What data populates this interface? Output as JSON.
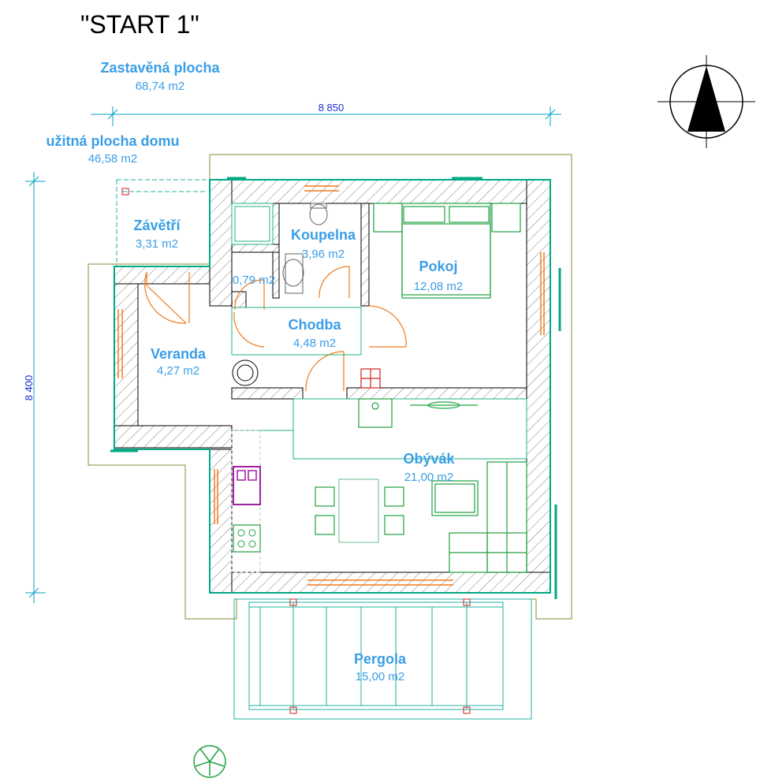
{
  "title": "\"START 1\"",
  "summary": {
    "built_area_label": "Zastavěná plocha",
    "built_area_value": "68,74 m2",
    "usable_area_label": "užitná plocha  domu",
    "usable_area_value": "46,58 m2"
  },
  "dimensions": {
    "width": "8 850",
    "height": "8 400"
  },
  "rooms": [
    {
      "id": "zavetri",
      "name": "Závětří",
      "area": "3,31 m2"
    },
    {
      "id": "koupelna",
      "name": "Koupelna",
      "area": "3,96 m2"
    },
    {
      "id": "wc",
      "name": "",
      "area": "0,79 m2"
    },
    {
      "id": "pokoj",
      "name": "Pokoj",
      "area": "12,08 m2"
    },
    {
      "id": "chodba",
      "name": "Chodba",
      "area": "4,48 m2"
    },
    {
      "id": "veranda",
      "name": "Veranda",
      "area": "4,27 m2"
    },
    {
      "id": "obyvak",
      "name": "Obývák",
      "area": "21,00 m2"
    },
    {
      "id": "pergola",
      "name": "Pergola",
      "area": "15,00 m2"
    }
  ],
  "colors": {
    "label": "#3a9ee6",
    "dimension": "#1a2bd6",
    "wall_outline": "#00a884",
    "door": "#f07a1c",
    "furniture": "#20a040",
    "sink": "#a020a0"
  },
  "icons": [
    "north-arrow-icon",
    "tree-icon"
  ]
}
